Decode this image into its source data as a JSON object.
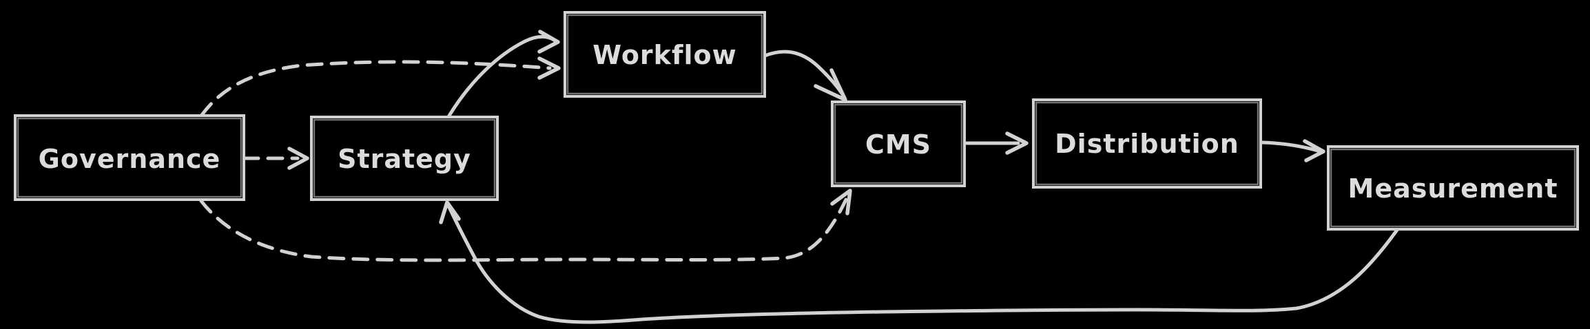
{
  "canvas": {
    "background_color": "#000000",
    "stroke_color": "#d2d2d2",
    "text_color": "#dcdcdc",
    "style": "hand-drawn-whiteboard"
  },
  "nodes": [
    {
      "id": "governance",
      "label": "Governance"
    },
    {
      "id": "strategy",
      "label": "Strategy"
    },
    {
      "id": "workflow",
      "label": "Workflow"
    },
    {
      "id": "cms",
      "label": "CMS"
    },
    {
      "id": "distribution",
      "label": "Distribution"
    },
    {
      "id": "measurement",
      "label": "Measurement"
    }
  ],
  "edges": [
    {
      "from": "governance",
      "to": "strategy",
      "line_style": "dashed",
      "arrow": true
    },
    {
      "from": "governance",
      "to": "workflow",
      "line_style": "dashed",
      "arrow": true
    },
    {
      "from": "governance",
      "to": "cms",
      "line_style": "dashed",
      "arrow": true
    },
    {
      "from": "strategy",
      "to": "workflow",
      "line_style": "solid",
      "arrow": true
    },
    {
      "from": "workflow",
      "to": "cms",
      "line_style": "solid",
      "arrow": true
    },
    {
      "from": "cms",
      "to": "distribution",
      "line_style": "solid",
      "arrow": true
    },
    {
      "from": "distribution",
      "to": "measurement",
      "line_style": "solid",
      "arrow": true
    },
    {
      "from": "measurement",
      "to": "strategy",
      "line_style": "solid",
      "arrow": true
    }
  ]
}
